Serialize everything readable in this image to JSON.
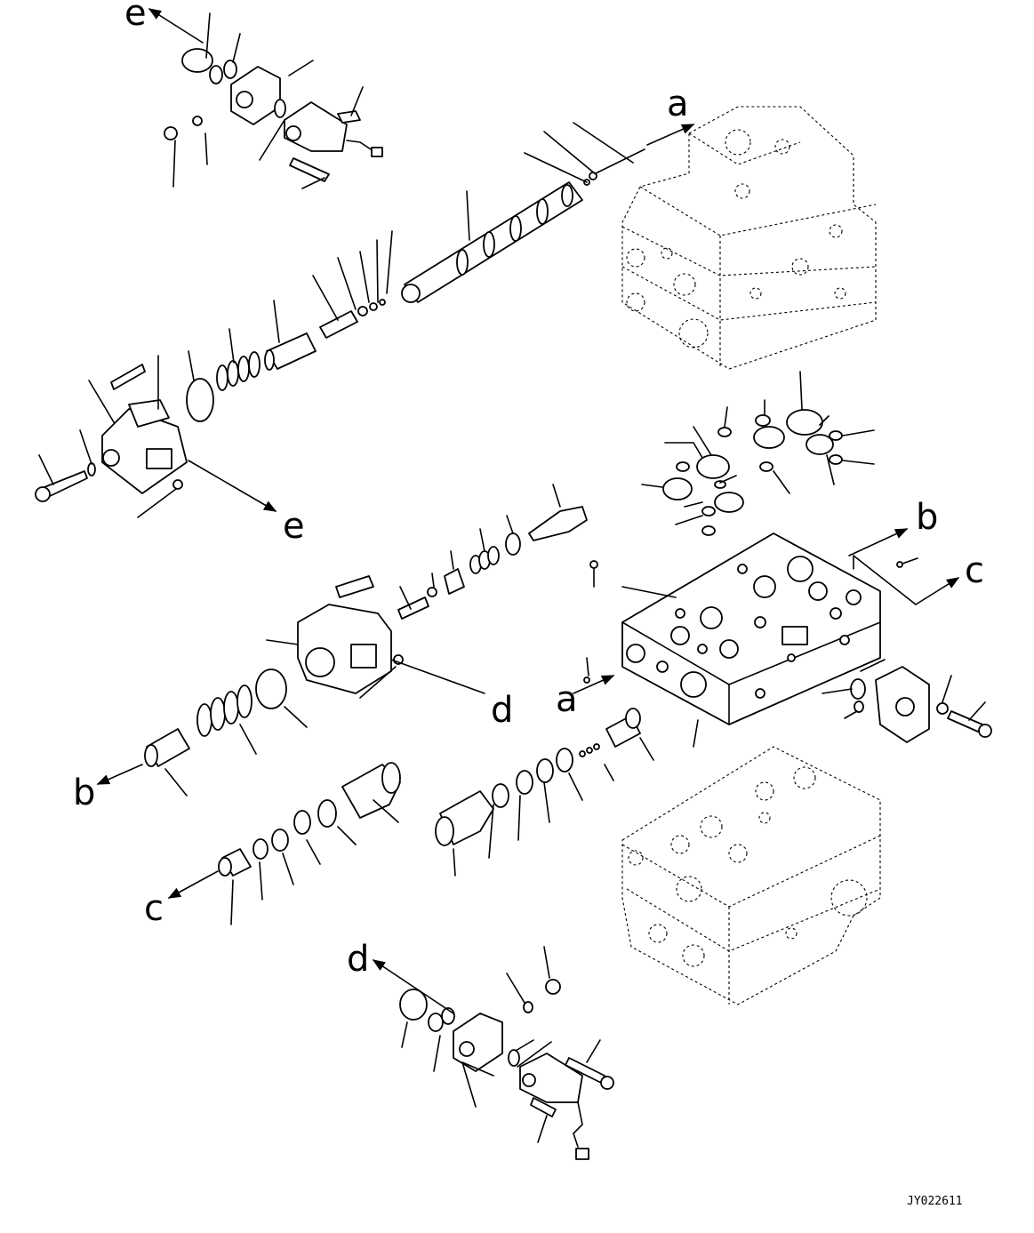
{
  "diagram": {
    "reference_labels": {
      "a_top": "a",
      "a_mid": "a",
      "b_right": "b",
      "b_left": "b",
      "c_right": "c",
      "c_left": "c",
      "d_mid": "d",
      "d_bottom": "d",
      "e_top": "e",
      "e_mid": "e"
    },
    "drawing_code": "JY022611"
  }
}
